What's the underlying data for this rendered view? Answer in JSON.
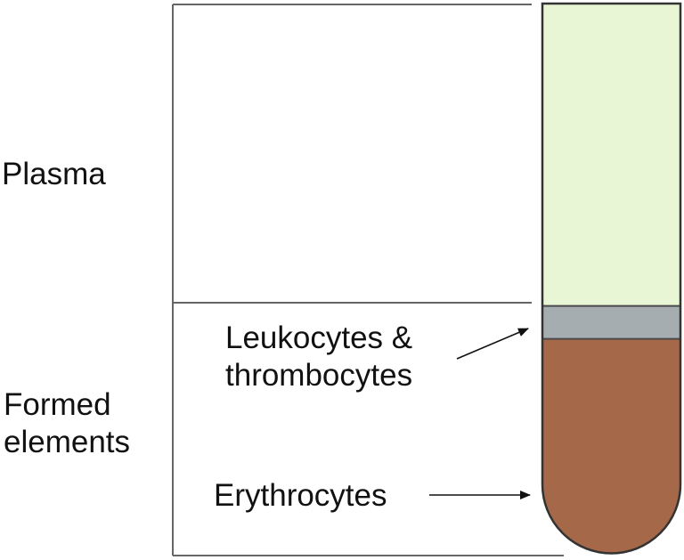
{
  "labels": {
    "plasma": "Plasma",
    "formed_elements": [
      "Formed",
      "elements"
    ],
    "leukocytes_thrombocytes": [
      "Leukocytes &",
      "thrombocytes"
    ],
    "erythrocytes": "Erythrocytes"
  },
  "colors": {
    "plasma_layer": "#e9f6d5",
    "buffy_coat_layer": "#a6adb1",
    "erythrocyte_layer": "#a5694a",
    "outline": "#333333",
    "bracket_lines": "#666666"
  },
  "layer_fractions": {
    "plasma": 0.55,
    "leukocytes_thrombocytes": 0.06,
    "erythrocytes": 0.39
  }
}
